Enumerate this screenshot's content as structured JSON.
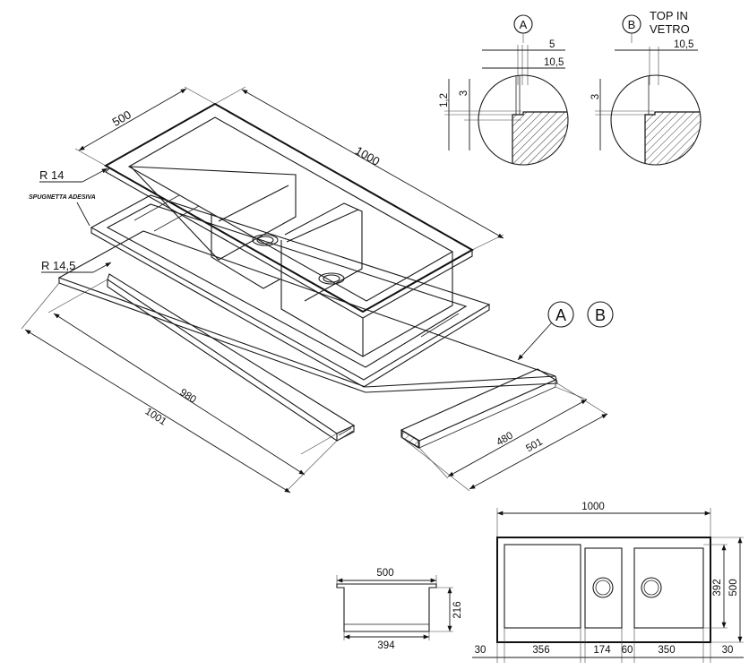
{
  "detail_a": {
    "letter": "A",
    "dim_5": "5",
    "dim_10_5": "10,5",
    "dim_1_2": "1,2",
    "dim_3": "3"
  },
  "detail_b": {
    "letter": "B",
    "note_line1": "TOP IN",
    "note_line2": "VETRO",
    "dim_10_5": "10,5",
    "dim_3": "3"
  },
  "iso": {
    "dim_width": "500",
    "dim_length": "1000",
    "radius_top": "R 14",
    "radius_bottom": "R 14,5",
    "adhesive_label": "SPUGNETTA ADESIVA",
    "dim_980": "980",
    "dim_1001": "1001",
    "dim_480": "480",
    "dim_501": "501",
    "callout_a": "A",
    "callout_b": "B"
  },
  "section": {
    "dim_top": "500",
    "dim_height": "216",
    "dim_bottom": "394"
  },
  "plan": {
    "dim_total": "1000",
    "dim_392": "392",
    "dim_500": "500",
    "dim_30_left": "30",
    "dim_356": "356",
    "dim_174": "174",
    "dim_60": "60",
    "dim_350": "350",
    "dim_30_right": "30"
  },
  "colors": {
    "line": "#1a1a1a",
    "background": "#ffffff"
  }
}
